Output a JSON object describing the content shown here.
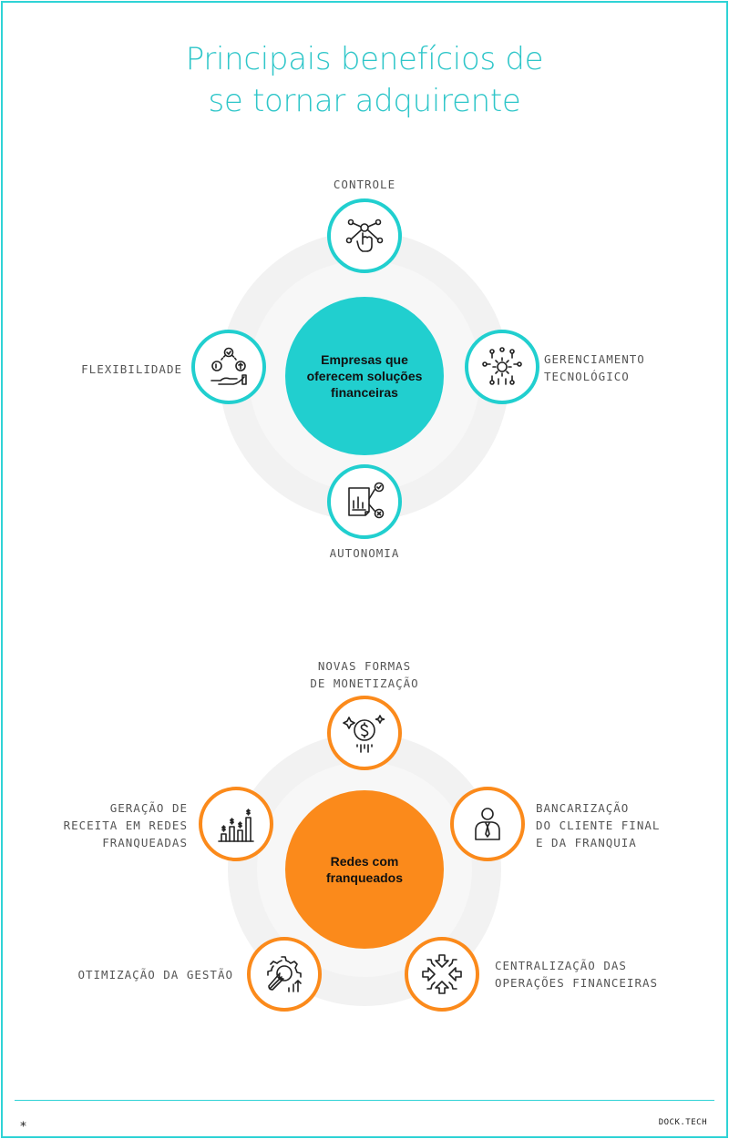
{
  "title": {
    "line1": "Principais benefícios de",
    "line2": "se tornar adquirente"
  },
  "section1": {
    "hub": {
      "line1": "Empresas que",
      "line2": "oferecem soluções",
      "line3": "financeiras"
    },
    "top_label": "CONTROLE",
    "right_label": {
      "line1": "GERENCIAMENTO",
      "line2": "TECNOLÓGICO"
    },
    "left_label": "FLEXIBILIDADE",
    "bottom_label": "AUTONOMIA"
  },
  "section2": {
    "hub": {
      "line1": "Redes com",
      "line2": "franqueados"
    },
    "top_label": {
      "line1": "NOVAS FORMAS",
      "line2": "DE MONETIZAÇÃO"
    },
    "right_label": {
      "line1": "BANCARIZAÇÃO",
      "line2": "DO CLIENTE FINAL",
      "line3": "E DA FRANQUIA"
    },
    "left_label": {
      "line1": "GERAÇÃO DE",
      "line2": "RECEITA EM REDES",
      "line3": "FRANQUEADAS"
    },
    "bottom_left_label": "OTIMIZAÇÃO DA GESTÃO",
    "bottom_right_label": {
      "line1": "CENTRALIZAÇÃO DAS",
      "line2": "OPERAÇÕES FINANCEIRAS"
    }
  },
  "footer": {
    "brand": "DOCK.TECH",
    "mark": "⁎"
  },
  "colors": {
    "teal": "#21cfcf",
    "orange": "#fb8a1b",
    "frame": "#2fd3d6"
  },
  "icons": {
    "controle": "hand-network-icon",
    "gerenciamento": "gear-circuit-icon",
    "flexibilidade": "hand-coins-icon",
    "autonomia": "report-check-icon",
    "monetizacao": "dollar-coin-icon",
    "bancarizacao": "person-tie-icon",
    "geracao": "dollar-bars-icon",
    "otimizacao": "gear-wrench-icon",
    "centralizacao": "arrows-inward-icon"
  }
}
